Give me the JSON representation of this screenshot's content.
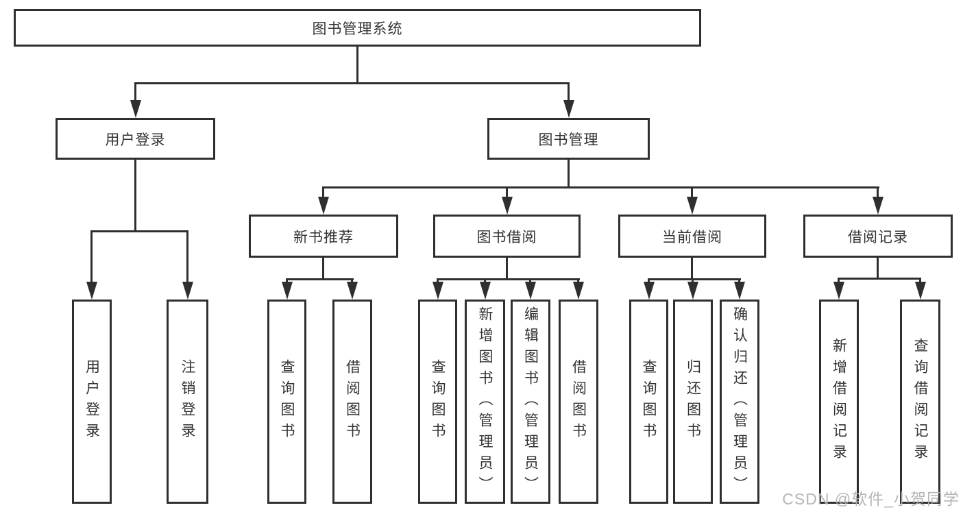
{
  "tree": {
    "label": "图书管理系统",
    "children": [
      {
        "label": "用户登录",
        "children": [
          {
            "label": "用户登录"
          },
          {
            "label": "注销登录"
          }
        ]
      },
      {
        "label": "图书管理",
        "children": [
          {
            "label": "新书推荐",
            "children": [
              {
                "label": "查询图书"
              },
              {
                "label": "借阅图书"
              }
            ]
          },
          {
            "label": "图书借阅",
            "children": [
              {
                "label": "查询图书"
              },
              {
                "label": "新增图书（管理员）"
              },
              {
                "label": "编辑图书（管理员）"
              },
              {
                "label": "借阅图书"
              }
            ]
          },
          {
            "label": "当前借阅",
            "children": [
              {
                "label": "查询图书"
              },
              {
                "label": "归还图书"
              },
              {
                "label": "确认归还（管理员）"
              }
            ]
          },
          {
            "label": "借阅记录",
            "children": [
              {
                "label": "新增借阅记录"
              },
              {
                "label": "查询借阅记录"
              }
            ]
          }
        ]
      }
    ]
  },
  "colors": {
    "line": "#2f2f2f",
    "text": "#333333",
    "background": "#ffffff",
    "watermark": "#b2b2b2"
  },
  "watermark": {
    "text": "CSDN @软件_小贺同学"
  }
}
